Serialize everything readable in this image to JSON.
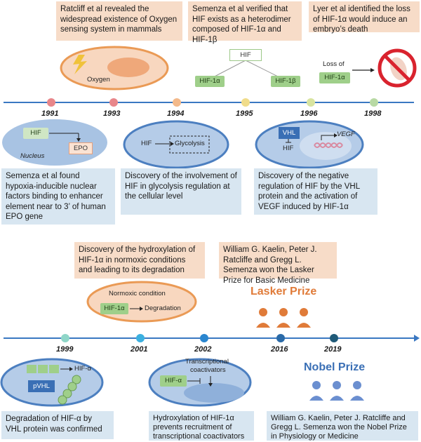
{
  "top_notes": {
    "n1993": "Ratcliff et al revealed the widespread existence of Oxygen sensing system in mammals",
    "n1995": "Semenza et al verified that HIF exists as a heterodimer composed of HIF-1α and HIF-1β",
    "n1998": "Lyer et al identified the loss of HIF-1α would induce an embryo’s death"
  },
  "bottom_notes_1": {
    "n1991": "Semenza et al found hypoxia-inducible nuclear factors binding to enhancer element near to 3’ of human EPO gene",
    "n1994": "Discovery of the involvement of HIF in glycolysis regulation at the cellular level",
    "n1996": "Discovery of the negative regulation of HIF by the VHL protein and the activation of VEGF induced by HIF-1α"
  },
  "mid_notes": {
    "n2001": "Discovery of the hydroxylation of HIF-1α in normoxic conditions and leading to its degradation",
    "n2016": "William G. Kaelin, Peter J. Ratcliffe and Gregg L. Semenza won the Lasker Prize for Basic Medicine"
  },
  "bottom_notes_2": {
    "n1999": "Degradation of HIF-α by VHL protein was confirmed",
    "n2002": "Hydroxylation of HIF-1α prevents recruitment of transcriptional coactivators",
    "n2019": "William G. Kaelin, Peter J. Ratcliffe and Gregg L. Semenza won the Nobel Prize in Physiology or Medicine"
  },
  "years_row1": [
    "1991",
    "1993",
    "1994",
    "1995",
    "1996",
    "1998"
  ],
  "years_row2": [
    "1999",
    "2001",
    "2002",
    "2016",
    "2019"
  ],
  "labels": {
    "oxygen": "Oxygen",
    "hif": "HIF",
    "hif1a": "HIF-1α",
    "hif1b": "HIF-1β",
    "loss_of": "Loss of",
    "epo": "EPO",
    "nucleus": "Nucleus",
    "glycolysis": "Glycolysis",
    "vhl": "VHL",
    "vegf": "VEGF",
    "normoxic": "Normoxic condition",
    "degradation": "Degradation",
    "hif_alpha": "HIF-α",
    "pvhl": "pVHL",
    "hif_alpha2": "HIF-α",
    "transcriptional": "Transcriptional",
    "coactivators": "coactivators",
    "lasker": "Lasker Prize",
    "nobel": "Nobel Prize"
  },
  "colors": {
    "timeline": "#3a78c2",
    "peach_box": "#f7dcc8",
    "blue_box": "#d8e6f1",
    "green_box": "#9fcf8a",
    "lasker_orange": "#e07b39",
    "nobel_blue": "#3a6fb5"
  }
}
